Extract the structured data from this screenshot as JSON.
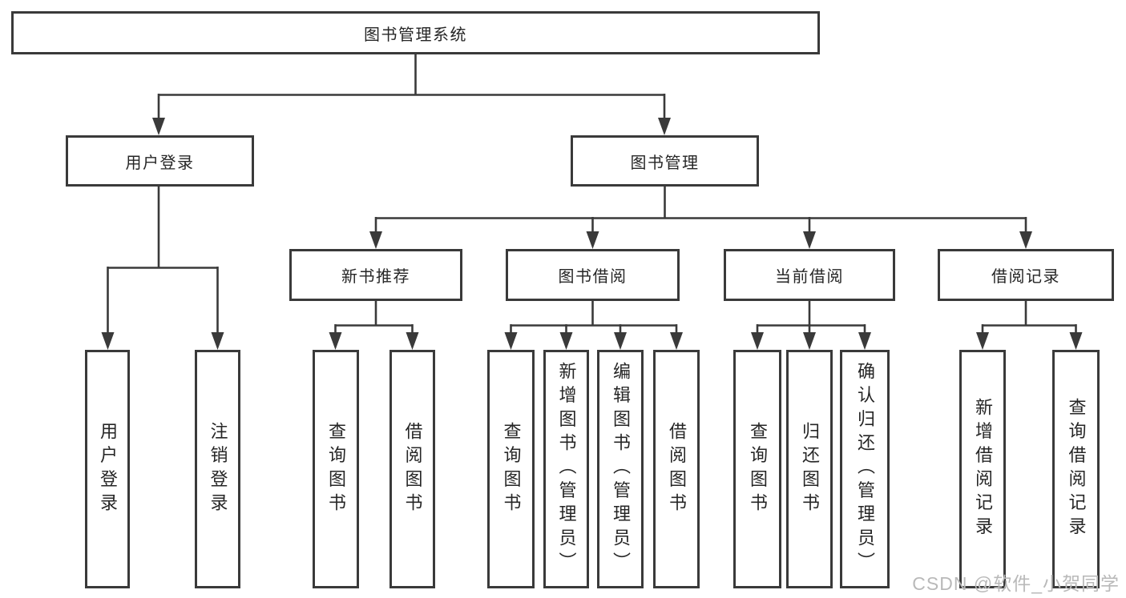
{
  "diagram": {
    "root": {
      "label": "图书管理系统"
    },
    "level2": [
      {
        "label": "用户登录"
      },
      {
        "label": "图书管理"
      }
    ],
    "level3": [
      {
        "label": "新书推荐"
      },
      {
        "label": "图书借阅"
      },
      {
        "label": "当前借阅"
      },
      {
        "label": "借阅记录"
      }
    ],
    "leaves": {
      "user_login": [
        {
          "label": "用户登录"
        },
        {
          "label": "注销登录"
        }
      ],
      "new_book": [
        {
          "label": "查询图书"
        },
        {
          "label": "借阅图书"
        }
      ],
      "book_borrow": [
        {
          "label": "查询图书"
        },
        {
          "label": "新增图书（管理员）"
        },
        {
          "label": "编辑图书（管理员）"
        },
        {
          "label": "借阅图书"
        }
      ],
      "current_borrow": [
        {
          "label": "查询图书"
        },
        {
          "label": "归还图书"
        },
        {
          "label": "确认归还（管理员）"
        }
      ],
      "borrow_record": [
        {
          "label": "新增借阅记录"
        },
        {
          "label": "查询借阅记录"
        }
      ]
    },
    "colors": {
      "line": "#3a3a3a",
      "text": "#262626",
      "watermark": "#b9b9b9",
      "background": "#ffffff"
    },
    "watermark": "CSDN @软件_小贺同学"
  }
}
